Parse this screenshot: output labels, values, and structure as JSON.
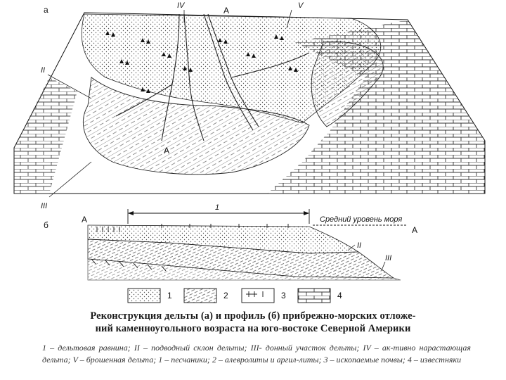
{
  "labels": {
    "panel_a": "а",
    "panel_b": "б",
    "roman_IV": "IV",
    "roman_V": "V",
    "roman_II": "II",
    "roman_III": "III",
    "letter_A_top": "А",
    "letter_A_mid": "А",
    "letter_A_left": "А",
    "letter_A_right": "А",
    "profile_II": "II",
    "profile_III": "III",
    "profile_1": "1",
    "sea_level": "Средний уровень моря"
  },
  "legend": {
    "item1": "1",
    "item2": "2",
    "item3": "3",
    "item4": "4"
  },
  "caption": {
    "line1": "Реконструкция дельты (а) и профиль (б) прибрежно-морских отложе-",
    "line2": "ний каменноугольного возраста на юго-востоке Северной Америки",
    "legend_text": "1 – дельтовая равнина; II – подводный склон дельты; III- донный участок дельты; IV – ак-тивно нарастающая дельта; V – брошенная дельта; 1 – песчаники; 2 – алевролиты и аргил-литы; 3 – ископаемые почвы; 4 – известняки"
  }
}
